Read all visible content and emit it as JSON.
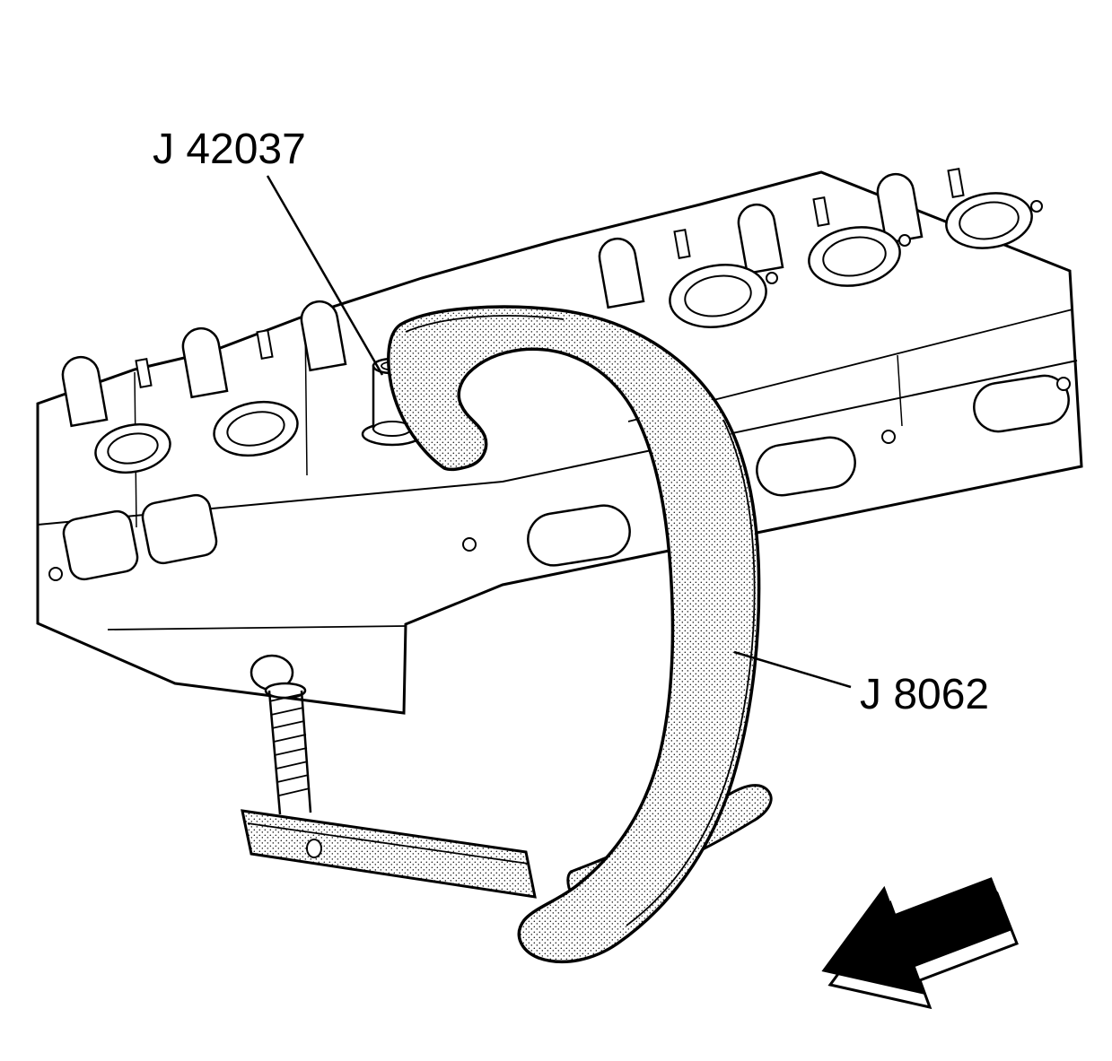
{
  "figure": {
    "kind": "service-manual-illustration",
    "subject": "Valve spring compressor and adapter installed on cylinder head",
    "labels": {
      "adapter": {
        "text": "J 42037"
      },
      "compressor": {
        "text": "J 8062"
      }
    },
    "colors": {
      "background": "#ffffff",
      "ink": "#000000"
    },
    "icons": {
      "direction_arrow": "block-arrow-pointing-lower-left"
    }
  }
}
